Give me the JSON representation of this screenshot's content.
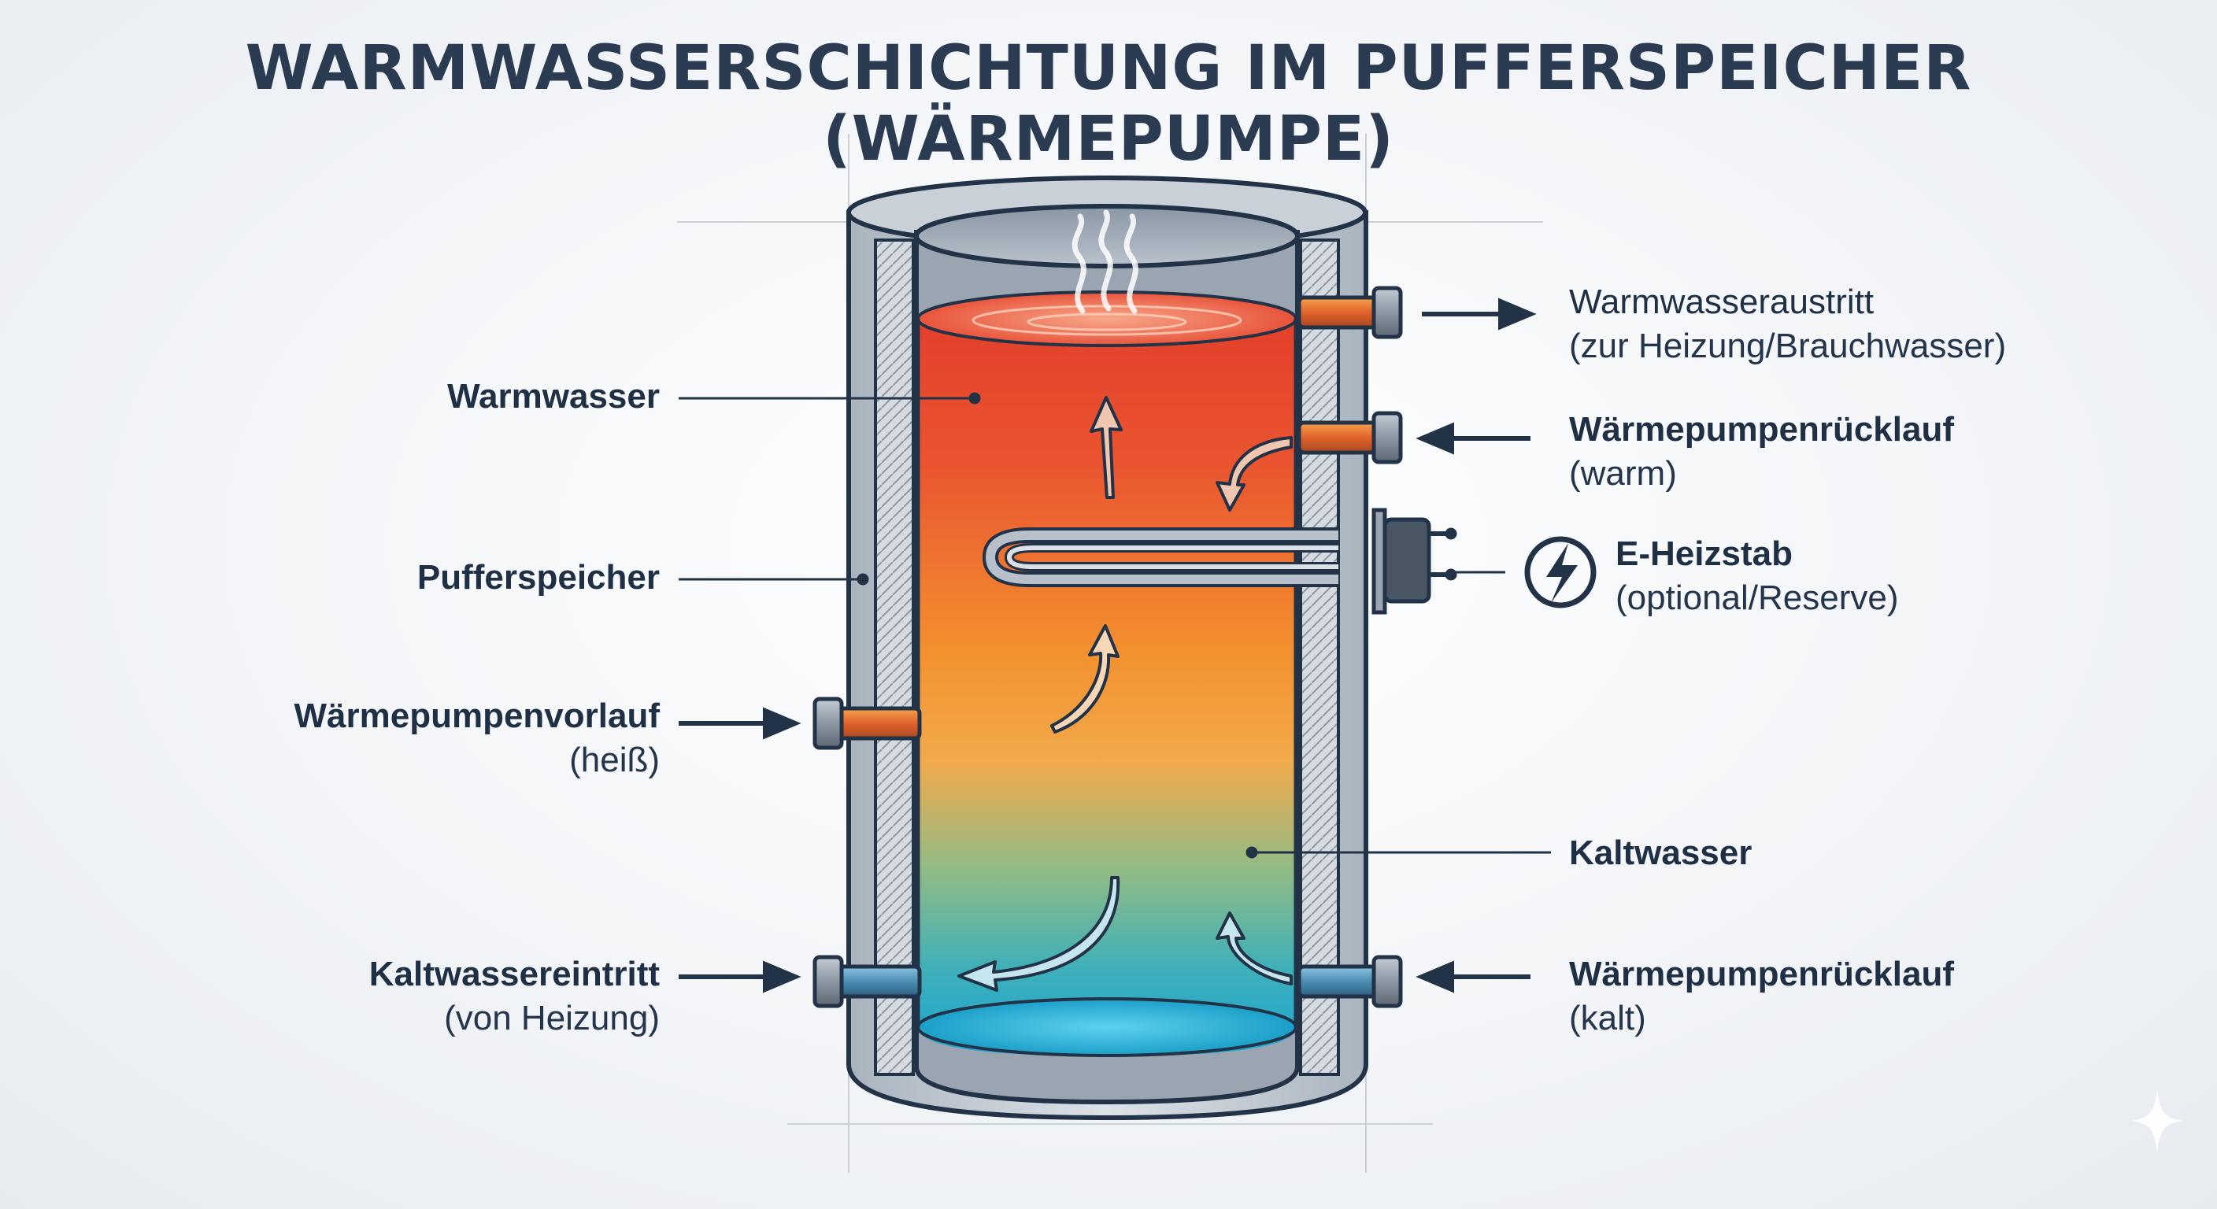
{
  "title": "WARMWASSERSCHICHTUNG IM PUFFERSPEICHER (WÄRMEPUMPE)",
  "labels": {
    "warmwasser": "Warmwasser",
    "pufferspeicher": "Pufferspeicher",
    "wp_vorlauf": {
      "main": "Wärmepumpenvorlauf",
      "sub": "(heiß)"
    },
    "kaltwassereintritt": {
      "main": "Kaltwassereintritt",
      "sub": "(von Heizung)"
    },
    "warmwasseraustritt": {
      "main": "Warmwasseraustritt",
      "sub": "(zur Heizung/Brauchwasser)"
    },
    "wp_ruecklauf_warm": {
      "main": "Wärmepumpenrücklauf",
      "sub": "(warm)"
    },
    "e_heizstab": {
      "main": "E-Heizstab",
      "sub": "(optional/Reserve)"
    },
    "kaltwasser": "Kaltwasser",
    "wp_ruecklauf_kalt": {
      "main": "Wärmepumpenrücklauf",
      "sub": "(kalt)"
    }
  },
  "colors": {
    "hot": "#e8432b",
    "warm": "#f4a040",
    "transition": "#7fb98a",
    "cold": "#1ea9cf",
    "outline": "#223247",
    "tank_shell": "#c4ccd5"
  },
  "icons": [
    "lightning-icon",
    "steam-icon",
    "sparkle-icon",
    "arrow-icon"
  ]
}
